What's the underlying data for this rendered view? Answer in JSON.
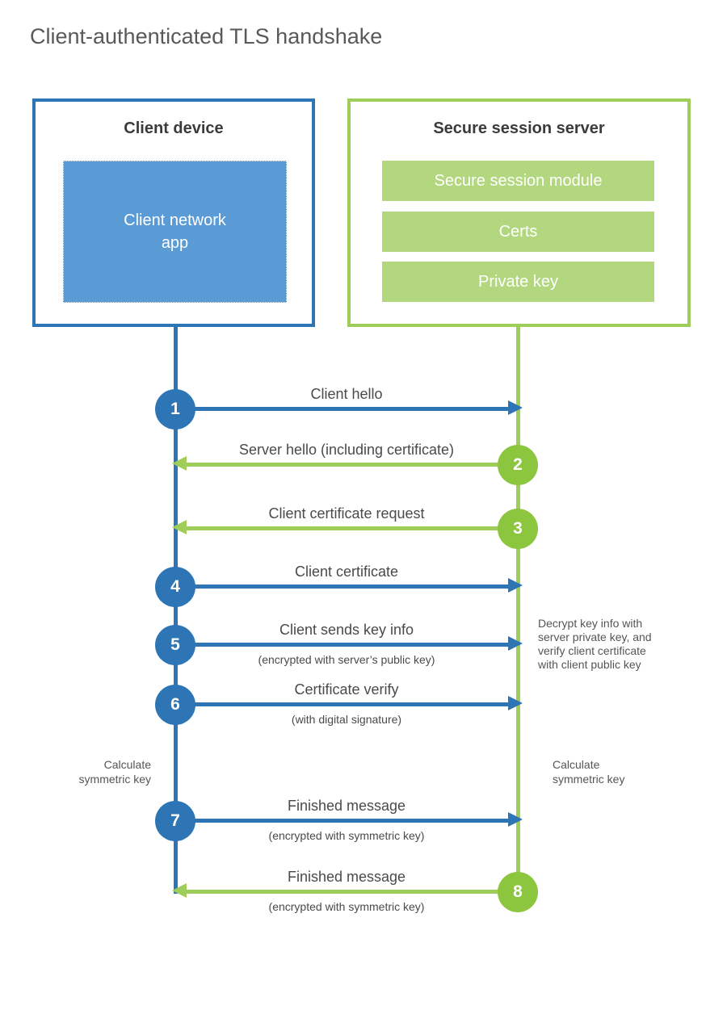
{
  "title": "Client-authenticated TLS handshake",
  "client_box": {
    "title": "Client device",
    "app_lines": [
      "Client network",
      "app"
    ]
  },
  "server_box": {
    "title": "Secure session server",
    "modules": [
      "Secure session module",
      "Certs",
      "Private key"
    ]
  },
  "steps": [
    {
      "num": "1",
      "label": "Client hello",
      "direction": "client-to-server"
    },
    {
      "num": "2",
      "label": "Server hello (including certificate)",
      "direction": "server-to-client"
    },
    {
      "num": "3",
      "label": "Client certificate request",
      "direction": "server-to-client"
    },
    {
      "num": "4",
      "label": "Client certificate",
      "direction": "client-to-server"
    },
    {
      "num": "5",
      "label": "Client sends key info",
      "sub": "(encrypted with server’s public key)",
      "direction": "client-to-server"
    },
    {
      "num": "6",
      "label": "Certificate verify",
      "sub": "(with digital signature)",
      "direction": "client-to-server"
    },
    {
      "num": "7",
      "label": "Finished message",
      "sub": "(encrypted with symmetric key)",
      "direction": "client-to-server"
    },
    {
      "num": "8",
      "label": "Finished message",
      "sub": "(encrypted with symmetric key)",
      "direction": "server-to-client"
    }
  ],
  "notes": {
    "decrypt_lines": [
      "Decrypt key info with",
      "server private key, and",
      "verify client certificate",
      "with client public key"
    ],
    "calculate_left_lines": [
      "Calculate",
      "symmetric key"
    ],
    "calculate_right_lines": [
      "Calculate",
      "symmetric key"
    ]
  },
  "colors": {
    "blue_stroke": "#2e75b6",
    "blue_fill": "#5b9bd5",
    "green_stroke": "#9ecd5a",
    "green_circle": "#8cc63f",
    "green_fill": "#b2d77e",
    "title_text": "#58595b",
    "label_text": "#4a4a4a"
  }
}
